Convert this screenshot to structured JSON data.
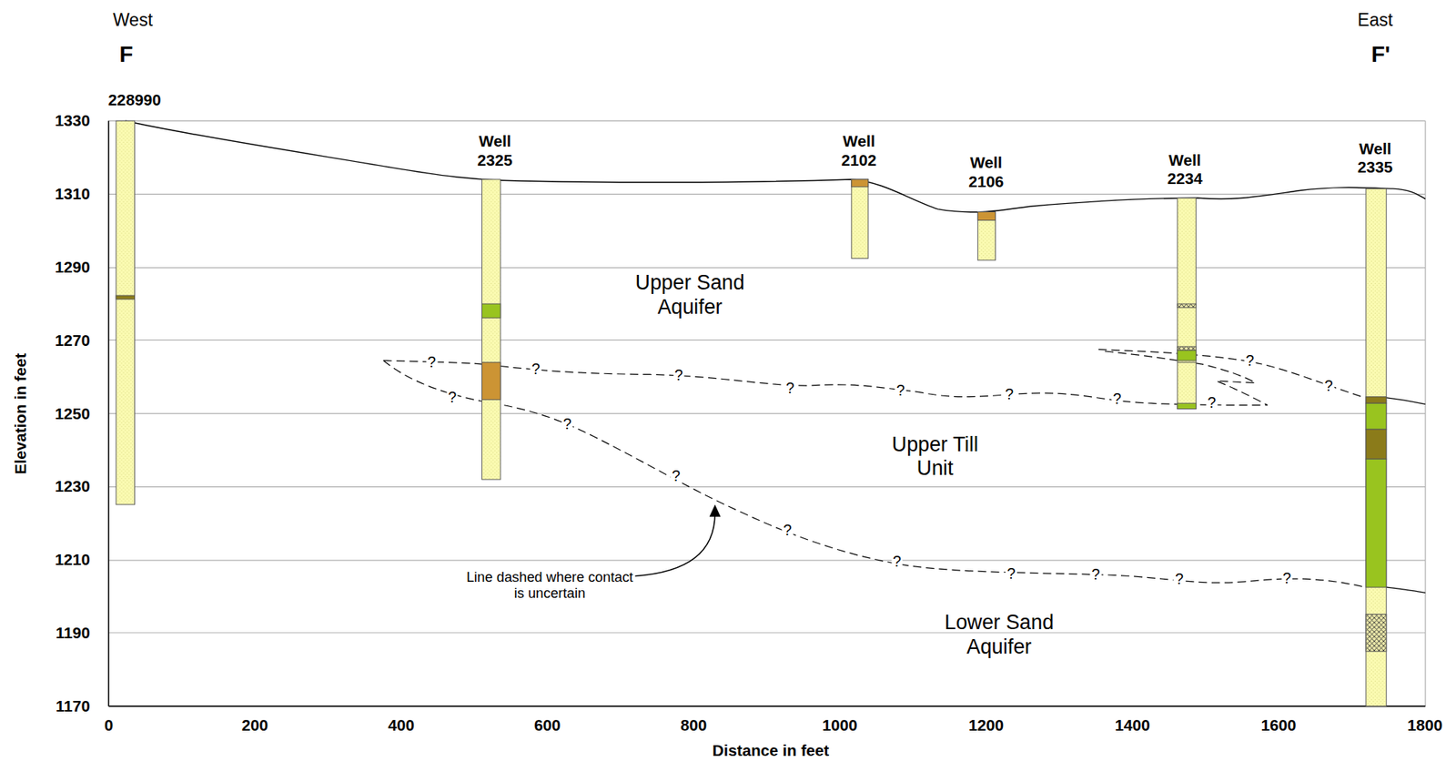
{
  "diagram": {
    "labels": [
      "West",
      "F",
      "East",
      "F'",
      "228990",
      "Well 2325",
      "Well 2102",
      "Well 2106",
      "Well 2234",
      "Well 2335",
      "1330",
      "1310",
      "1290",
      "1270",
      "1250",
      "1230",
      "1210",
      "1190",
      "1170",
      "0",
      "200",
      "400",
      "600",
      "800",
      "1000",
      "1200",
      "1400",
      "1600",
      "1800",
      "Elevation in feet",
      "Distance in feet",
      "Upper Sand Aquifer",
      "Upper Till Unit",
      "Lower Sand Aquifer",
      "Line dashed where contact is uncertain",
      "?",
      "?",
      "?",
      "?",
      "?",
      "?",
      "?",
      "?",
      "?",
      "?",
      "?",
      "?",
      "?",
      "?",
      "?",
      "?",
      "?",
      "?",
      "?"
    ]
  }
}
